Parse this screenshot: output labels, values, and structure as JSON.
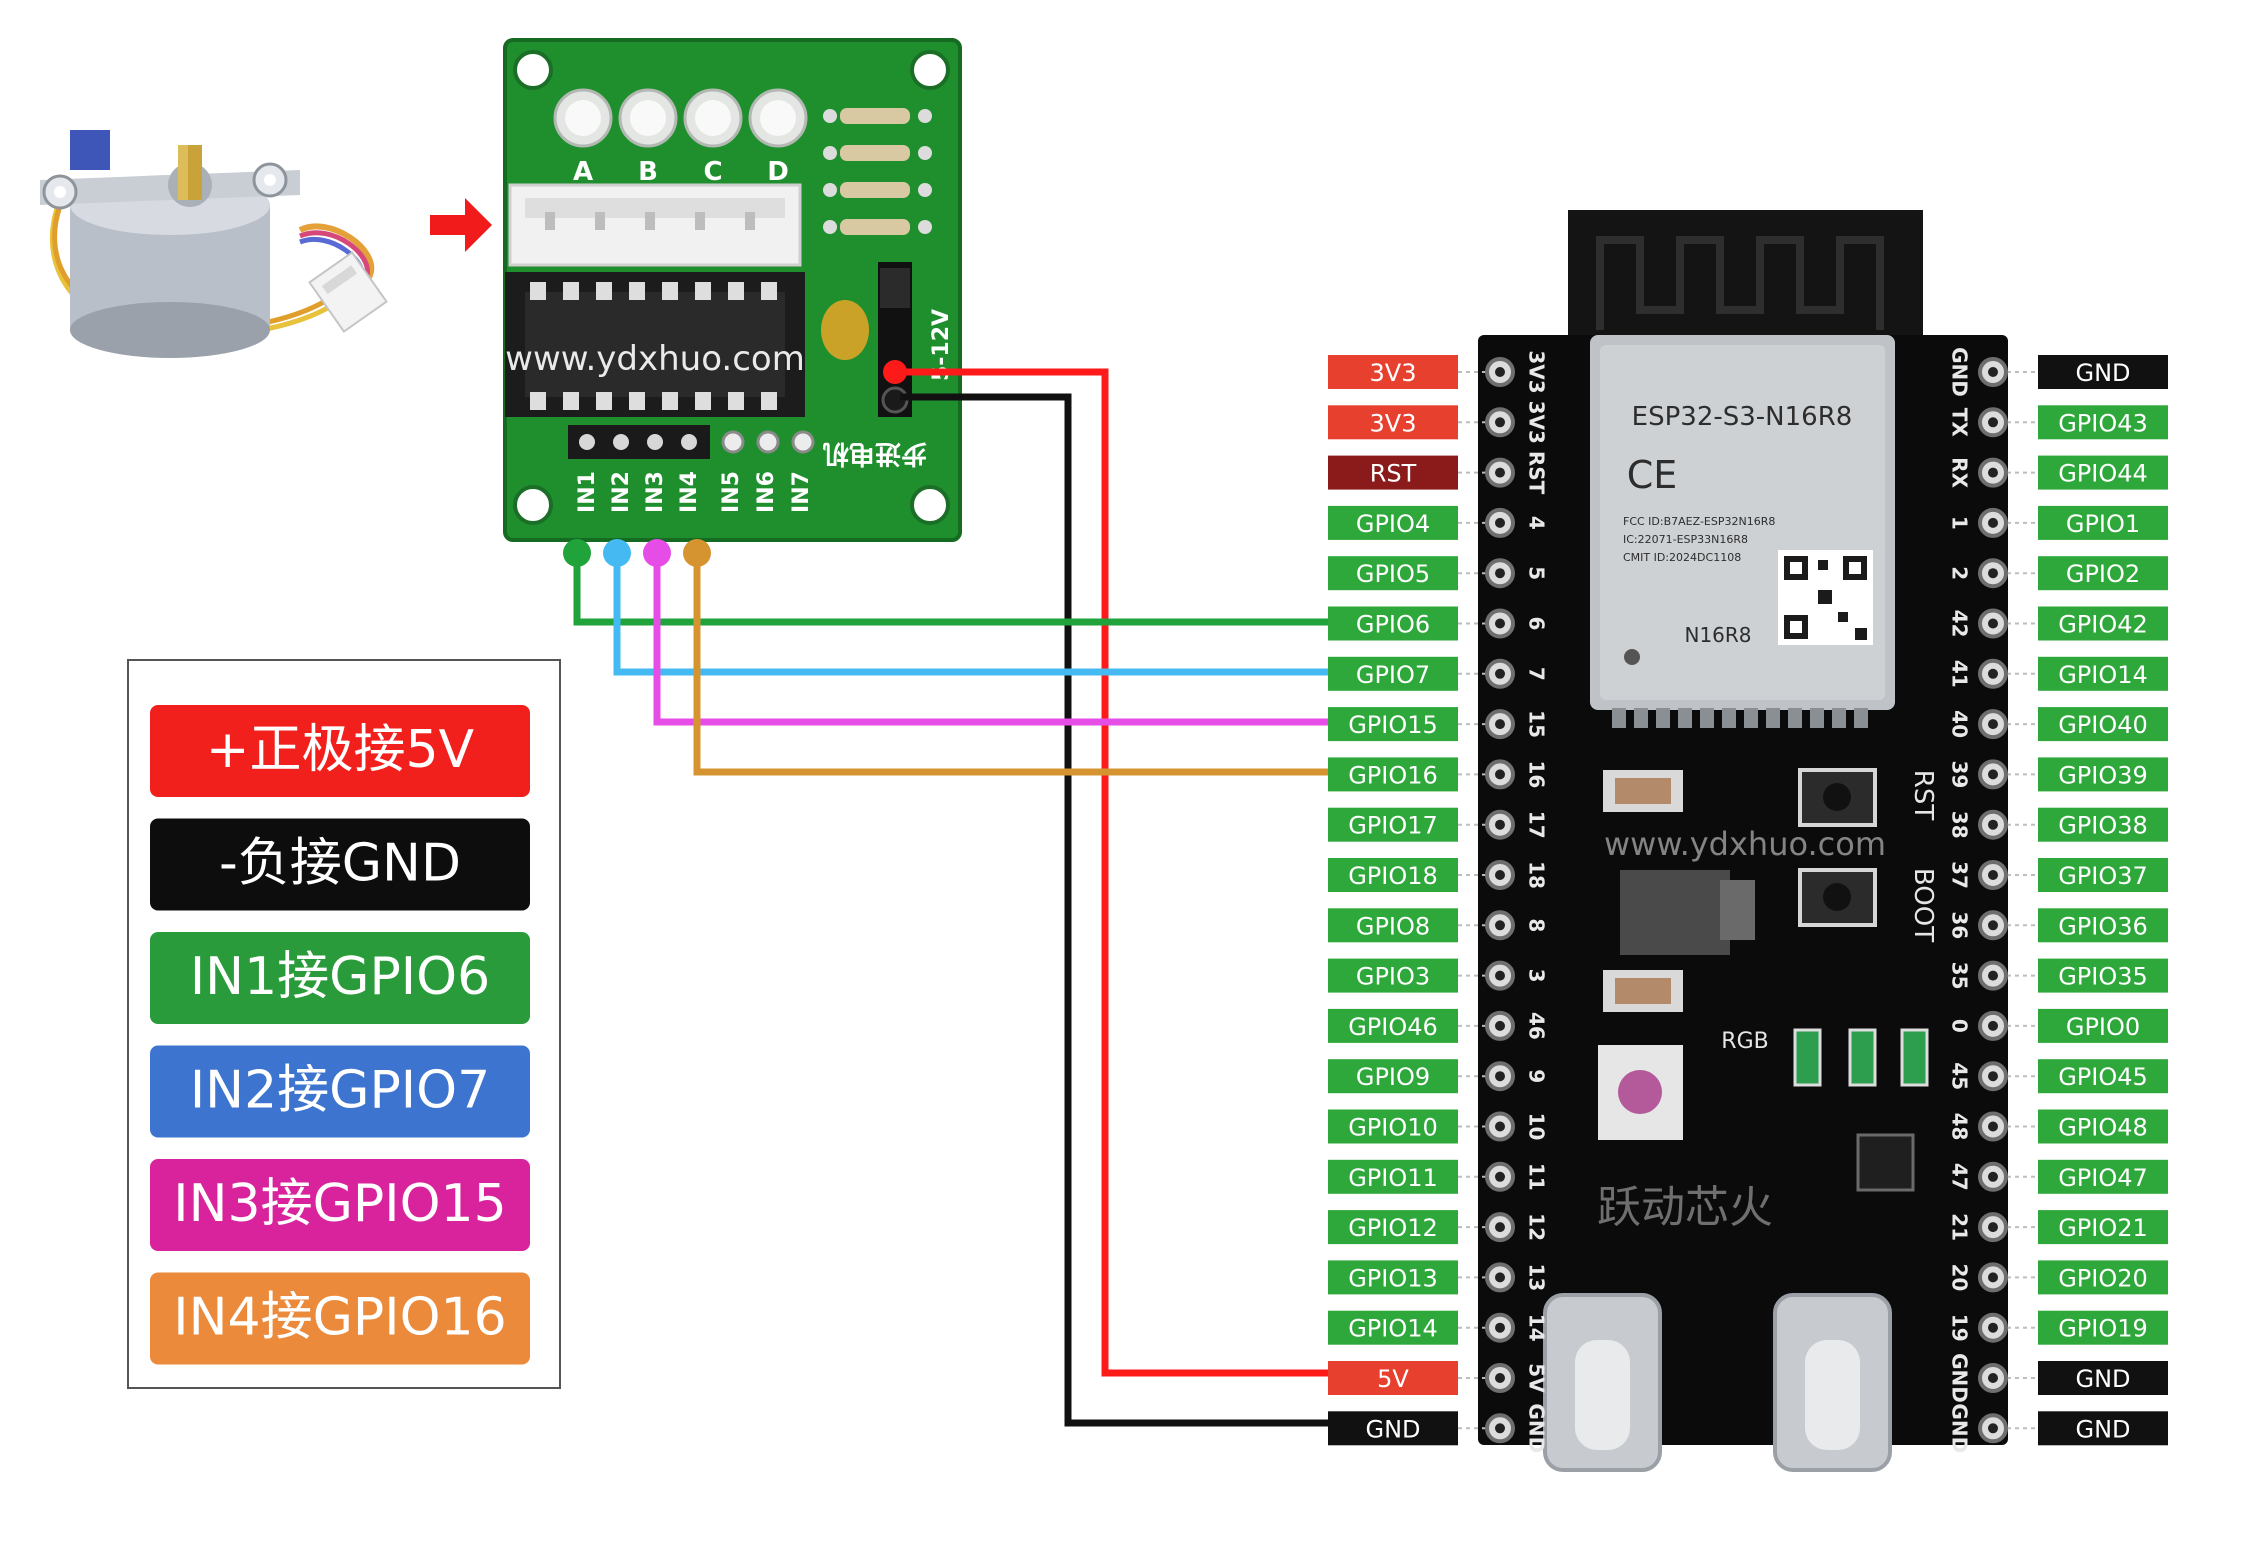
{
  "driver_board": {
    "watermark": "www.ydxhuo.com",
    "led_labels": [
      "A",
      "B",
      "C",
      "D"
    ],
    "input_labels": [
      "IN1",
      "IN2",
      "IN3",
      "IN4",
      "IN5",
      "IN6",
      "IN7"
    ],
    "power_label": "5-12V",
    "motor_label": "步进电机"
  },
  "esp32": {
    "module_name": "ESP32-S3-N16R8",
    "fcc_id": "FCC ID:B7AEZ-ESP32N16R8",
    "ic_id": "IC:22071-ESP33N16R8",
    "cmit_id": "CMIT ID:2024DC1108",
    "module_short": "N16R8",
    "ce_mark": "CE",
    "watermark": "www.ydxhuo.com",
    "brand": "跃动芯火",
    "rst_label": "RST",
    "boot_label": "BOOT",
    "rgb_label": "RGB",
    "left_silk": [
      "3V3",
      "3V3",
      "RST",
      "4",
      "5",
      "6",
      "7",
      "15",
      "16",
      "17",
      "18",
      "8",
      "3",
      "46",
      "9",
      "10",
      "11",
      "12",
      "13",
      "14",
      "5V",
      "GND"
    ],
    "right_silk": [
      "GND",
      "TX",
      "RX",
      "1",
      "2",
      "42",
      "41",
      "40",
      "39",
      "38",
      "37",
      "36",
      "35",
      "0",
      "45",
      "48",
      "47",
      "21",
      "20",
      "19",
      "GND",
      "GND"
    ]
  },
  "pins_left": [
    {
      "label": "3V3",
      "color": "#e8402f"
    },
    {
      "label": "3V3",
      "color": "#e8402f"
    },
    {
      "label": "RST",
      "color": "#8b1a1a"
    },
    {
      "label": "GPIO4",
      "color": "#2ea83a"
    },
    {
      "label": "GPIO5",
      "color": "#2ea83a"
    },
    {
      "label": "GPIO6",
      "color": "#2ea83a"
    },
    {
      "label": "GPIO7",
      "color": "#2ea83a"
    },
    {
      "label": "GPIO15",
      "color": "#2ea83a"
    },
    {
      "label": "GPIO16",
      "color": "#2ea83a"
    },
    {
      "label": "GPIO17",
      "color": "#2ea83a"
    },
    {
      "label": "GPIO18",
      "color": "#2ea83a"
    },
    {
      "label": "GPIO8",
      "color": "#2ea83a"
    },
    {
      "label": "GPIO3",
      "color": "#2ea83a"
    },
    {
      "label": "GPIO46",
      "color": "#2ea83a"
    },
    {
      "label": "GPIO9",
      "color": "#2ea83a"
    },
    {
      "label": "GPIO10",
      "color": "#2ea83a"
    },
    {
      "label": "GPIO11",
      "color": "#2ea83a"
    },
    {
      "label": "GPIO12",
      "color": "#2ea83a"
    },
    {
      "label": "GPIO13",
      "color": "#2ea83a"
    },
    {
      "label": "GPIO14",
      "color": "#2ea83a"
    },
    {
      "label": "5V",
      "color": "#e8402f"
    },
    {
      "label": "GND",
      "color": "#111111"
    }
  ],
  "pins_right": [
    {
      "label": "GND",
      "color": "#111111"
    },
    {
      "label": "GPIO43",
      "color": "#2ea83a"
    },
    {
      "label": "GPIO44",
      "color": "#2ea83a"
    },
    {
      "label": "GPIO1",
      "color": "#2ea83a"
    },
    {
      "label": "GPIO2",
      "color": "#2ea83a"
    },
    {
      "label": "GPIO42",
      "color": "#2ea83a"
    },
    {
      "label": "GPIO14",
      "color": "#2ea83a"
    },
    {
      "label": "GPIO40",
      "color": "#2ea83a"
    },
    {
      "label": "GPIO39",
      "color": "#2ea83a"
    },
    {
      "label": "GPIO38",
      "color": "#2ea83a"
    },
    {
      "label": "GPIO37",
      "color": "#2ea83a"
    },
    {
      "label": "GPIO36",
      "color": "#2ea83a"
    },
    {
      "label": "GPIO35",
      "color": "#2ea83a"
    },
    {
      "label": "GPIO0",
      "color": "#2ea83a"
    },
    {
      "label": "GPIO45",
      "color": "#2ea83a"
    },
    {
      "label": "GPIO48",
      "color": "#2ea83a"
    },
    {
      "label": "GPIO47",
      "color": "#2ea83a"
    },
    {
      "label": "GPIO21",
      "color": "#2ea83a"
    },
    {
      "label": "GPIO20",
      "color": "#2ea83a"
    },
    {
      "label": "GPIO19",
      "color": "#2ea83a"
    },
    {
      "label": "GND",
      "color": "#111111"
    },
    {
      "label": "GND",
      "color": "#111111"
    }
  ],
  "legend": [
    {
      "text": "+正极接5V",
      "color": "#f2201d"
    },
    {
      "text": "-负接GND",
      "color": "#0d0d0d"
    },
    {
      "text": "IN1接GPIO6",
      "color": "#2a9b3a"
    },
    {
      "text": "IN2接GPIO7",
      "color": "#3d74cf"
    },
    {
      "text": "IN3接GPIO15",
      "color": "#d9239d"
    },
    {
      "text": "IN4接GPIO16",
      "color": "#ea8a3a"
    }
  ],
  "wires": [
    {
      "from": "+",
      "to": "5V",
      "color": "#ff1a1a"
    },
    {
      "from": "-",
      "to": "GND",
      "color": "#111111"
    },
    {
      "from": "IN1",
      "to": "GPIO6",
      "color": "#1fa33a"
    },
    {
      "from": "IN2",
      "to": "GPIO7",
      "color": "#45b9f2"
    },
    {
      "from": "IN3",
      "to": "GPIO15",
      "color": "#e64de6"
    },
    {
      "from": "IN4",
      "to": "GPIO16",
      "color": "#d69431"
    }
  ]
}
